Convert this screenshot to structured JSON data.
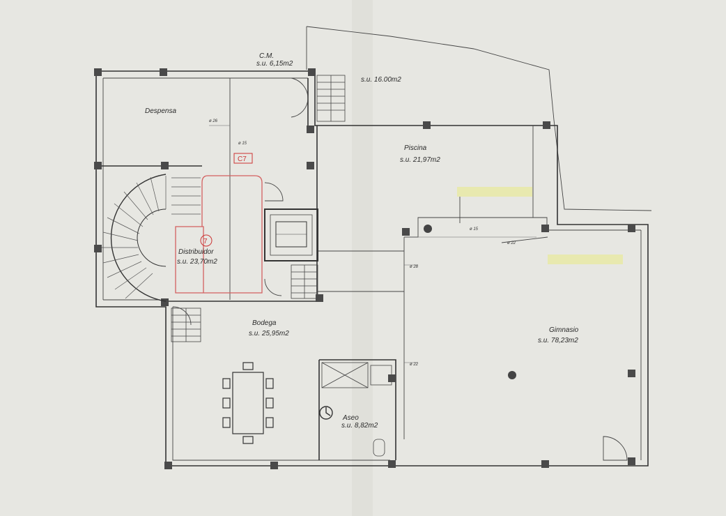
{
  "rooms": {
    "cm": {
      "name": "C.M.",
      "area": "s.u. 6,15m2"
    },
    "exterior": {
      "area": "s.u. 16.00m2"
    },
    "despensa": {
      "name": "Despensa"
    },
    "piscina": {
      "name": "Piscina",
      "area": "s.u. 21,97m2"
    },
    "distribuidor": {
      "name": "Distribuidor",
      "area": "s.u. 23,70m2"
    },
    "bodega": {
      "name": "Bodega",
      "area": "s.u. 25,95m2"
    },
    "gimnasio": {
      "name": "Gimnasio",
      "area": "s.u. 78,23m2"
    },
    "aseo": {
      "name": "Aseo",
      "area": "s.u. 8,82m2"
    }
  },
  "markers": {
    "c7": "C7",
    "seven": "7"
  },
  "pipe_tags": {
    "p26a": "ø 26",
    "p15a": "ø 15",
    "p15b": "ø 15",
    "p22a": "ø 22",
    "p28": "ø 28",
    "p22b": "ø 22"
  },
  "colors": {
    "background": "#e7e7e2",
    "walls": "#333333",
    "markers": "#cc3333",
    "highlight": "#e8e9a6"
  }
}
